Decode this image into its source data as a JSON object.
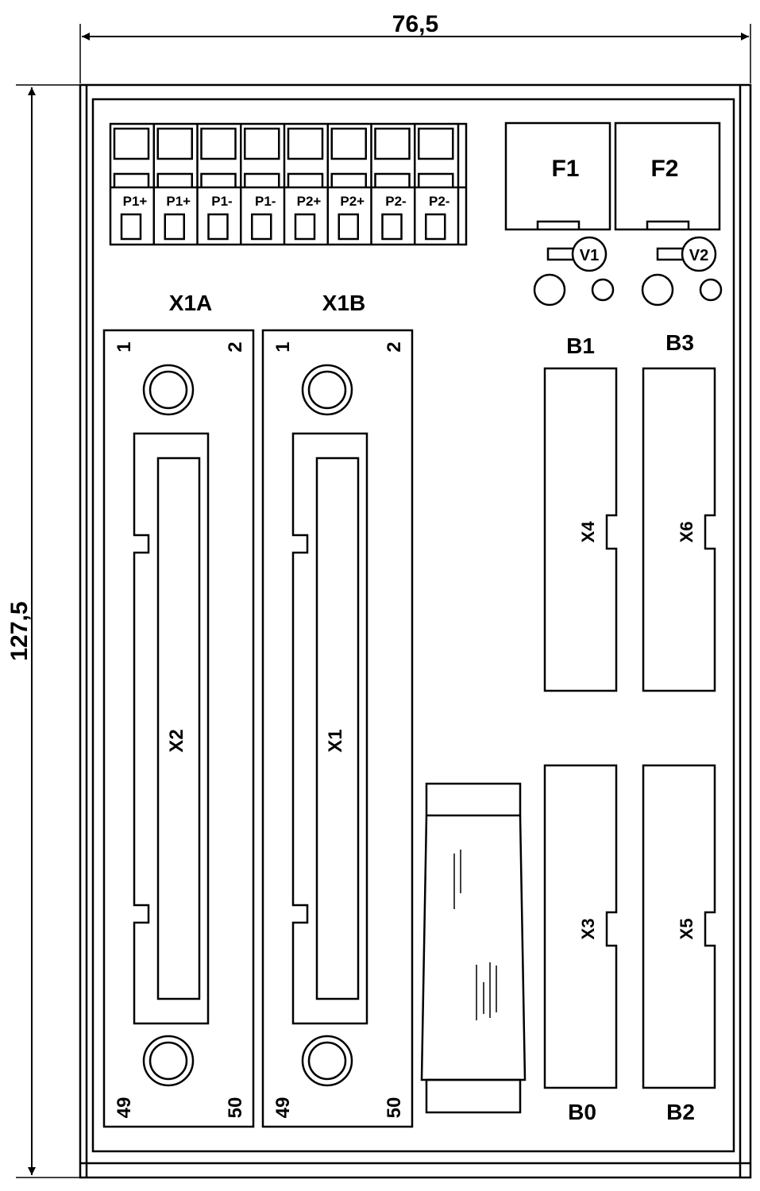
{
  "dimensions": {
    "width": "76,5",
    "height": "127,5"
  },
  "terminals": [
    "P1+",
    "P1+",
    "P1-",
    "P1-",
    "P2+",
    "P2+",
    "P2-",
    "P2-"
  ],
  "fuses": [
    "F1",
    "F2"
  ],
  "leds": [
    "V1",
    "V2"
  ],
  "connectors": {
    "left_title": "X1A",
    "right_title": "X1B",
    "left_body": "X2",
    "right_body": "X1",
    "pin_top_left": "1",
    "pin_top_right": "2",
    "pin_bottom_left": "49",
    "pin_bottom_right": "50"
  },
  "headers": {
    "top_left_label": "B1",
    "top_right_label": "B3",
    "bottom_left_label": "B0",
    "bottom_right_label": "B2",
    "top_left": "X4",
    "top_right": "X6",
    "bottom_left": "X3",
    "bottom_right": "X5"
  }
}
